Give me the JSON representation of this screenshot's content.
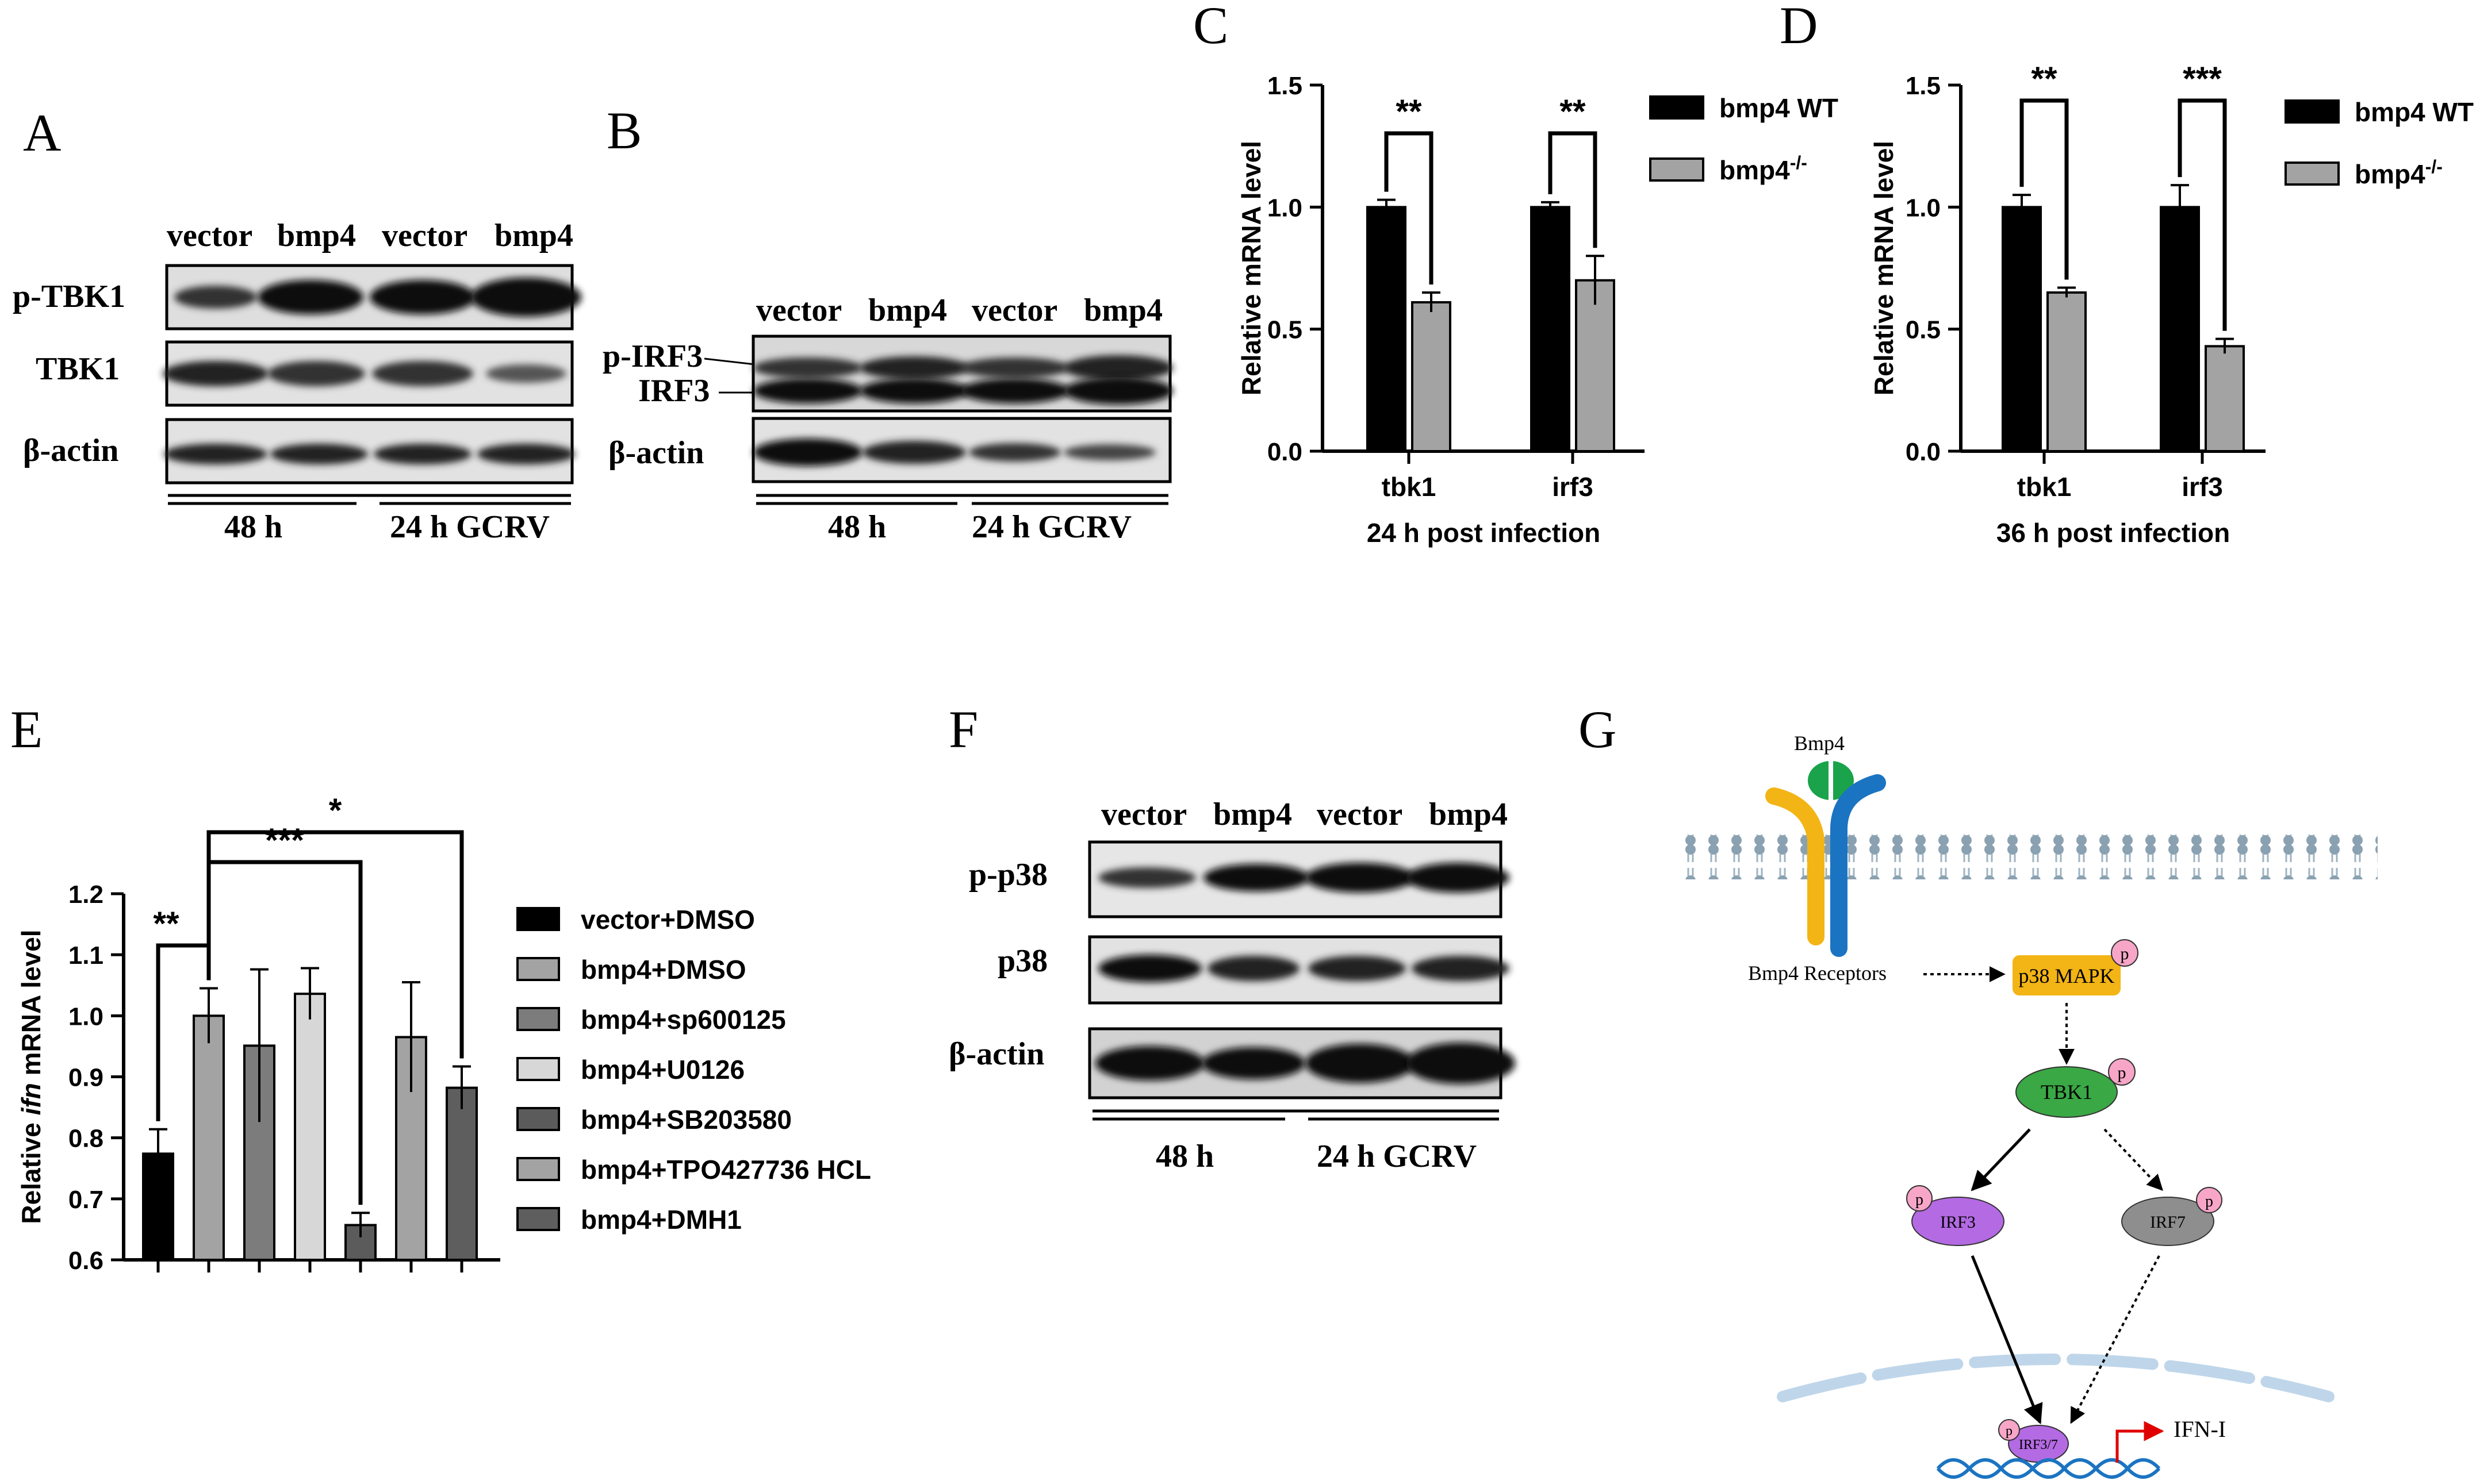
{
  "panels": {
    "A": {
      "letter": "A",
      "lanes": [
        "vector",
        "bmp4",
        "vector",
        "bmp4"
      ],
      "rows": [
        "p-TBK1",
        "TBK1",
        "β-actin"
      ],
      "groups": [
        "48 h",
        "24 h GCRV"
      ]
    },
    "B": {
      "letter": "B",
      "lanes": [
        "vector",
        "bmp4",
        "vector",
        "bmp4"
      ],
      "rows": [
        "p-IRF3",
        "IRF3",
        "β-actin"
      ],
      "groups": [
        "48 h",
        "24 h GCRV"
      ]
    },
    "F": {
      "letter": "F",
      "lanes": [
        "vector",
        "bmp4",
        "vector",
        "bmp4"
      ],
      "rows": [
        "p-p38",
        "p38",
        "β-actin"
      ],
      "groups": [
        "48 h",
        "24 h GCRV"
      ]
    },
    "G": {
      "letter": "G",
      "ligand": "Bmp4",
      "receptors": "Bmp4 Receptors",
      "kinase": "p38 MAPK",
      "tbk1": "TBK1",
      "irf3": "IRF3",
      "irf7": "IRF7",
      "irf37": "IRF3/7",
      "phospho": "p",
      "output": "IFN-I"
    }
  },
  "chart_data": [
    {
      "panel": "C",
      "type": "bar",
      "categories": [
        "tbk1",
        "irf3"
      ],
      "series": [
        {
          "name": "bmp4 WT",
          "values": [
            1.0,
            1.0
          ],
          "errors": [
            0.03,
            0.02
          ]
        },
        {
          "name": "bmp4",
          "sup": "-/-",
          "values": [
            0.61,
            0.7
          ],
          "errors": [
            0.04,
            0.1
          ]
        }
      ],
      "significance": [
        "**",
        "**"
      ],
      "xlabel": "24 h post infection",
      "ylabel": "Relative mRNA level",
      "ylim": [
        0,
        1.5
      ],
      "yticks": [
        "0.0",
        "0.5",
        "1.0",
        "1.5"
      ],
      "legend": "right"
    },
    {
      "panel": "D",
      "type": "bar",
      "categories": [
        "tbk1",
        "irf3"
      ],
      "series": [
        {
          "name": "bmp4 WT",
          "values": [
            1.0,
            1.0
          ],
          "errors": [
            0.05,
            0.09
          ]
        },
        {
          "name": "bmp4",
          "sup": "-/-",
          "values": [
            0.65,
            0.43
          ],
          "errors": [
            0.02,
            0.03
          ]
        }
      ],
      "significance": [
        "**",
        "***"
      ],
      "xlabel": "36 h post infection",
      "ylabel": "Relative mRNA level",
      "ylim": [
        0,
        1.5
      ],
      "yticks": [
        "0.0",
        "0.5",
        "1.0",
        "1.5"
      ],
      "legend": "right"
    },
    {
      "panel": "E",
      "type": "bar",
      "categories": [
        "vector+DMSO",
        "bmp4+DMSO",
        "bmp4+sp600125",
        "bmp4+U0126",
        "bmp4+SB203580",
        "bmp4+TPO427736 HCL",
        "bmp4+DMH1"
      ],
      "values": [
        0.774,
        1.0,
        0.951,
        1.036,
        0.657,
        0.965,
        0.882
      ],
      "errors": [
        0.04,
        0.045,
        0.125,
        0.042,
        0.02,
        0.09,
        0.035
      ],
      "colors": [
        "#000000",
        "#a3a3a3",
        "#7c7c7c",
        "#d7d7d7",
        "#5b5b5b",
        "#a3a3a3",
        "#5e5e5e"
      ],
      "significance": [
        {
          "from": 0,
          "to": 1,
          "label": "**"
        },
        {
          "from": 1,
          "to": 4,
          "label": "***"
        },
        {
          "from": 1,
          "to": 6,
          "label": "*"
        }
      ],
      "ylabel_prefix": "Relative ",
      "ylabel_italic": "ifn",
      "ylabel_suffix": " mRNA level",
      "ylim": [
        0.6,
        1.2
      ],
      "yticks": [
        "0.6",
        "0.7",
        "0.8",
        "0.9",
        "1.0",
        "1.1",
        "1.2"
      ],
      "legend": "right"
    }
  ]
}
